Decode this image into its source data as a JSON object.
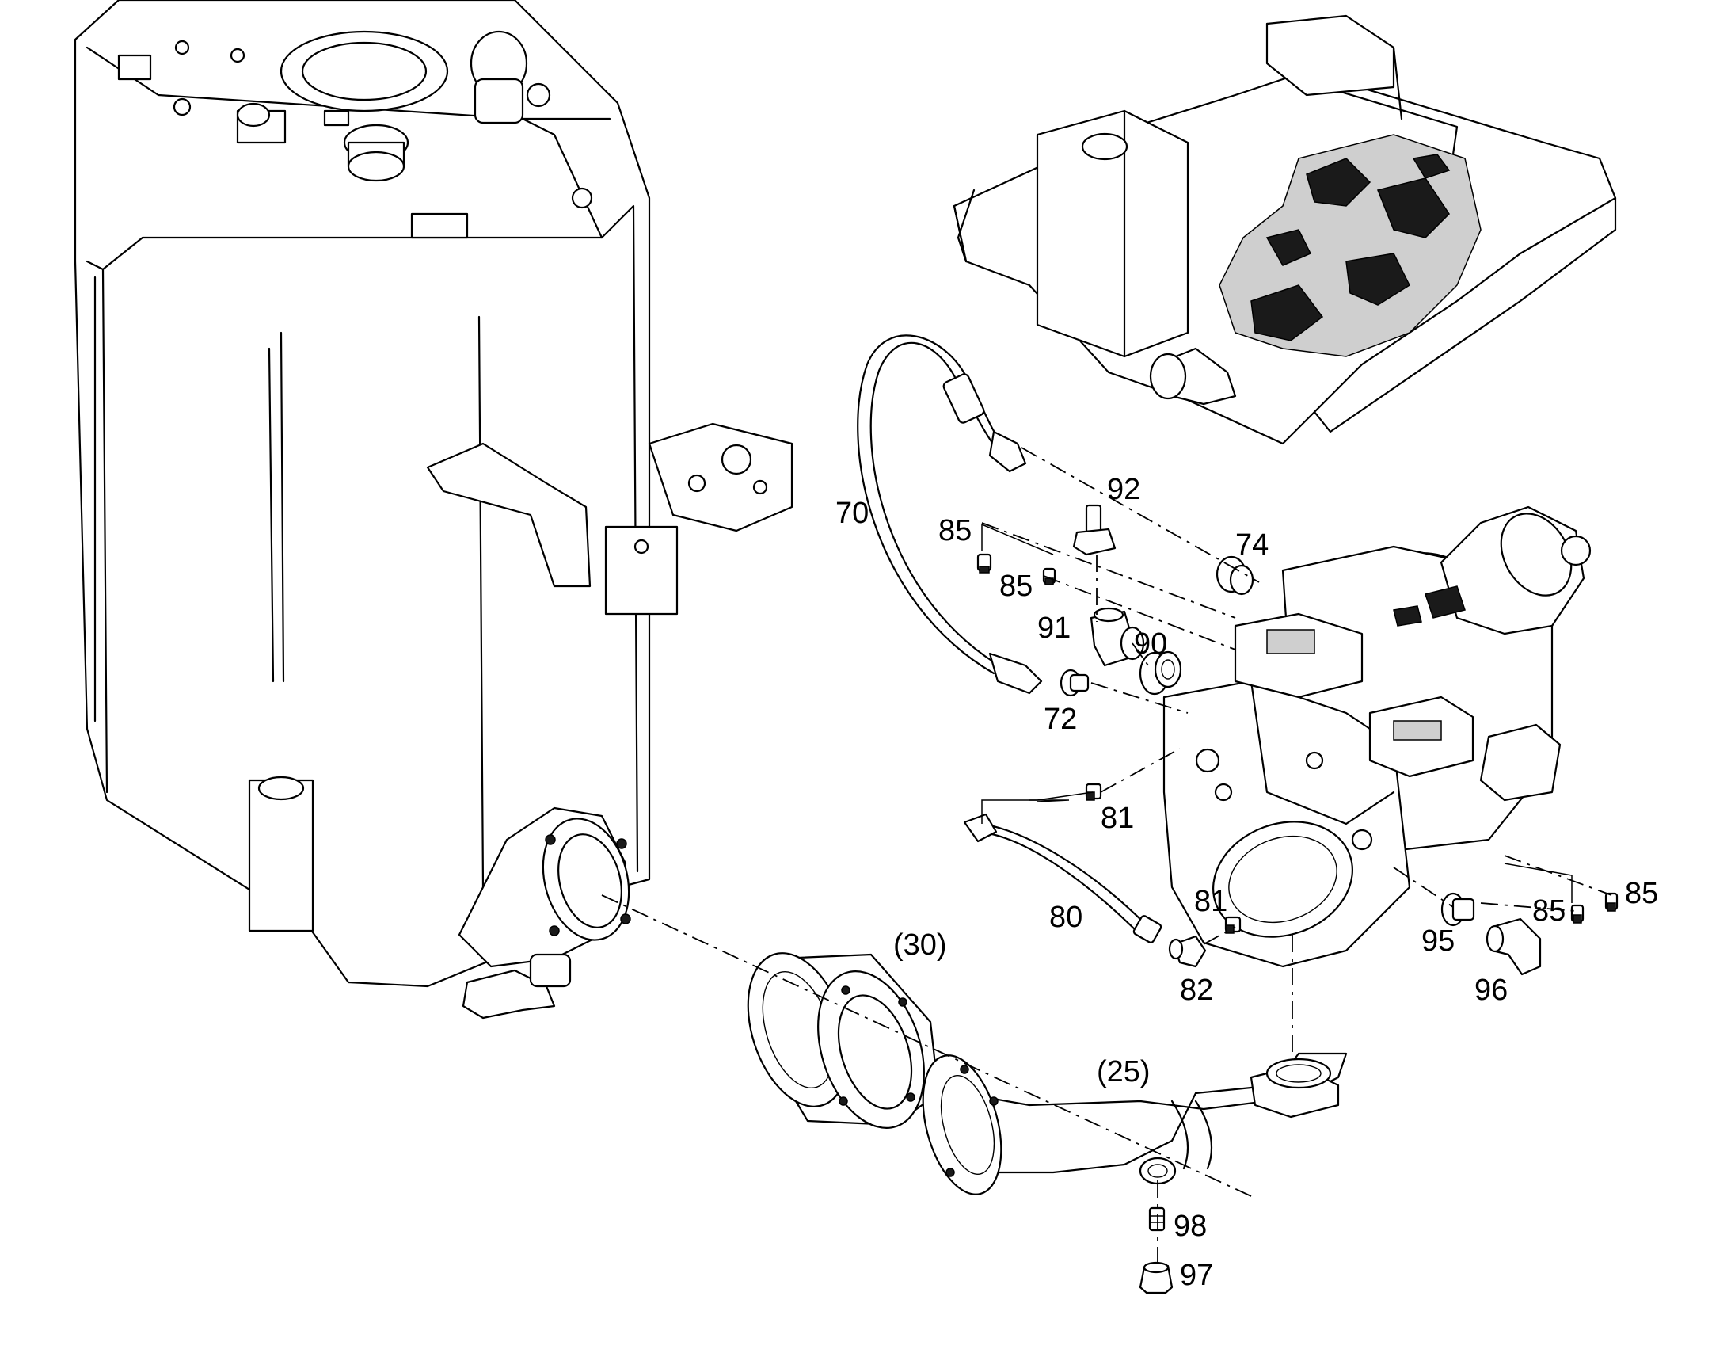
{
  "callouts": {
    "c70": "70",
    "c92": "92",
    "c85a": "85",
    "c85b": "85",
    "c74": "74",
    "c91": "91",
    "c90": "90",
    "c72": "72",
    "c81a": "81",
    "c81b": "81",
    "c80": "80",
    "c82": "82",
    "c85c": "85",
    "c85d": "85",
    "c95": "95",
    "c96": "96",
    "c30": "(30)",
    "c25": "(25)",
    "c98": "98",
    "c97": "97"
  }
}
